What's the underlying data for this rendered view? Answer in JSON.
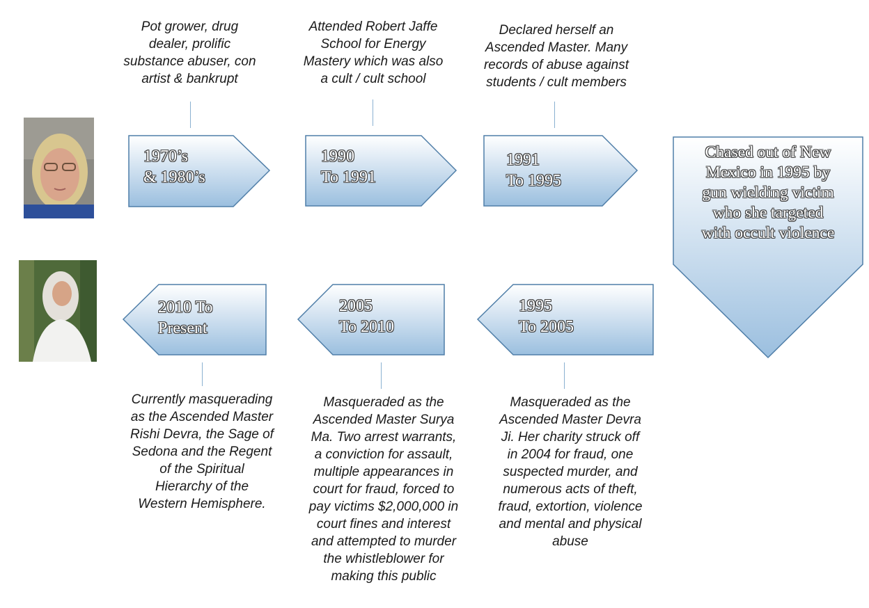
{
  "timeline": {
    "periods": [
      {
        "label": "1970’s\n& 1980’s",
        "description": "Pot grower, drug\ndealer, prolific\nsubstance abuser, con\nartist & bankrupt"
      },
      {
        "label": "1990\nTo 1991",
        "description": "Attended Robert Jaffe\nSchool for Energy\nMastery which was also\na cult / cult school"
      },
      {
        "label": "1991\nTo 1995",
        "description": "Declared herself an\nAscended Master.  Many\nrecords of abuse against\nstudents / cult members"
      },
      {
        "label": "1995\nTo 2005",
        "description": "Masqueraded as the\nAscended Master Devra\nJi.  Her charity struck off\nin 2004 for fraud, one\nsuspected murder, and\nnumerous acts of theft,\nfraud, extortion, violence\nand mental and physical\nabuse"
      },
      {
        "label": "2005\nTo 2010",
        "description": "Masqueraded as the\nAscended Master Surya\nMa.  Two arrest warrants,\na conviction for assault,\nmultiple appearances in\ncourt for fraud, forced to\npay victims $2,000,000 in\ncourt fines and interest\nand attempted to murder\nthe whistleblower for\nmaking this public"
      },
      {
        "label": "2010 To\nPresent",
        "description": "Currently masquerading\nas the Ascended Master\nRishi Devra, the Sage of\nSedona and the Regent\nof the Spiritual\nHierarchy of the\nWestern Hemisphere."
      }
    ],
    "transition": {
      "text": "Chased out of New\nMexico in 1995 by\ngun wielding victim\nwho she targeted\nwith occult violence"
    }
  },
  "colors": {
    "arrow_top": "#ffffff",
    "arrow_bottom": "#9bbfdf",
    "arrow_border": "#4f7ea8",
    "connector": "#8ab1d1"
  }
}
